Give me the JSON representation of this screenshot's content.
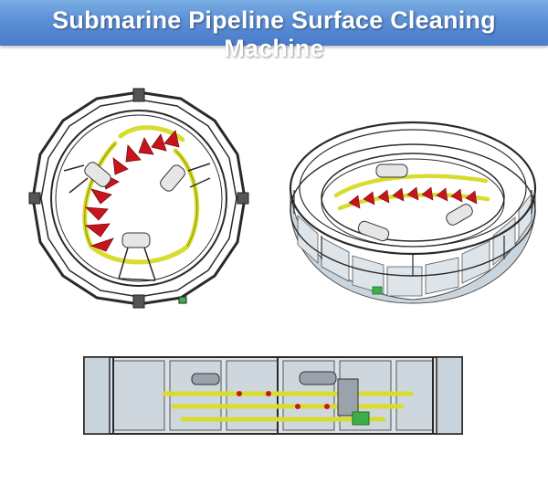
{
  "slide": {
    "title": "Submarine Pipeline Surface Cleaning Machine"
  },
  "views": [
    {
      "name": "front-view"
    },
    {
      "name": "isometric-view"
    },
    {
      "name": "side-view"
    }
  ],
  "colors": {
    "title_bar": "#5b8fd6",
    "title_text": "#ffffff",
    "frame": "#2a2a2a",
    "guide_rail": "#d8dc2e",
    "brush_teeth": "#c8141c",
    "roller": "#e6e6e6",
    "glass_panel": "#c9d3dc",
    "motor": "#3fae4a"
  }
}
